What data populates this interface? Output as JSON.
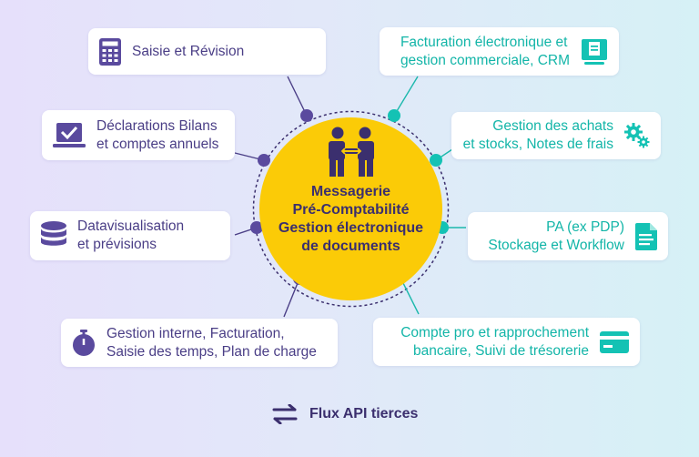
{
  "colors": {
    "left_accent": "#5a4a9e",
    "right_accent": "#14c2b4",
    "center": "#fbcb07",
    "center_text": "#3b2f6e"
  },
  "center": {
    "lines": "Messagerie\nPré-Comptabilité\nGestion électronique\nde documents",
    "icon": "handshake-people-icon"
  },
  "left_items": [
    {
      "label": "Saisie et Révision",
      "icon": "calculator-icon"
    },
    {
      "label": "Déclarations Bilans\net comptes annuels",
      "icon": "laptop-check-icon"
    },
    {
      "label": "Datavisualisation\net prévisions",
      "icon": "database-icon"
    },
    {
      "label": "Gestion interne, Facturation,\nSaisie des temps, Plan de charge",
      "icon": "stopwatch-icon"
    }
  ],
  "right_items": [
    {
      "label": "Facturation électronique et\ngestion commerciale, CRM",
      "icon": "invoice-screen-icon"
    },
    {
      "label": "Gestion des achats\net stocks, Notes de frais",
      "icon": "gears-icon"
    },
    {
      "label": "PA (ex PDP)\nStockage et Workflow",
      "icon": "document-icon"
    },
    {
      "label": "Compte pro et rapprochement\nbancaire, Suivi de trésorerie",
      "icon": "bank-card-icon"
    }
  ],
  "legend": {
    "label": "Flux API tierces",
    "icon": "bidirectional-arrows-icon"
  }
}
